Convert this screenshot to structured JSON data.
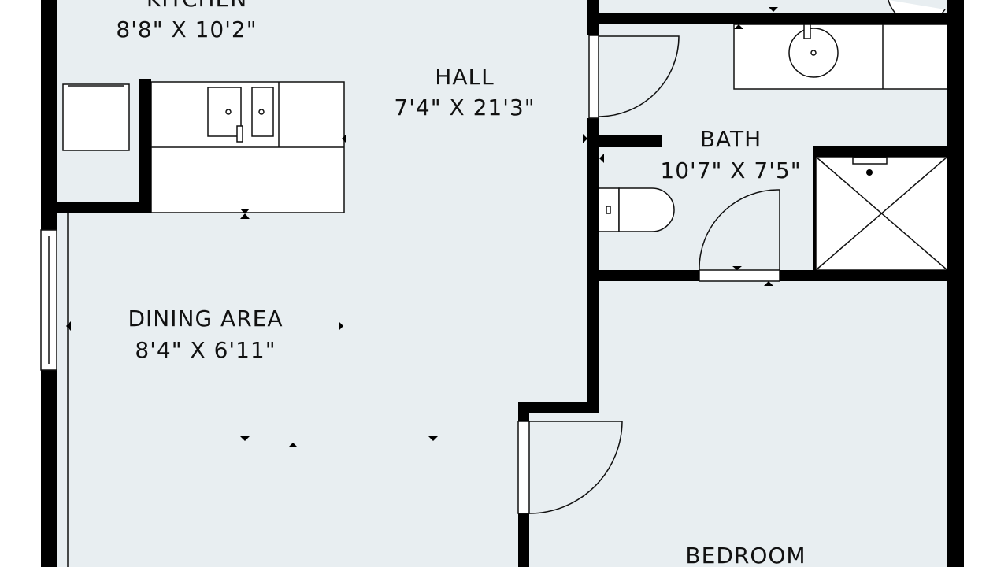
{
  "plan": {
    "colors": {
      "floor": "#e8eef1",
      "wall": "#000000",
      "fixture": "#ffffff"
    },
    "rooms": {
      "kitchen": {
        "name": "KITCHEN",
        "size": "8'8\" X 10'2\""
      },
      "hall": {
        "name": "HALL",
        "size": "7'4\" X 21'3\""
      },
      "bath": {
        "name": "BATH",
        "size": "10'7\" X 7'5\""
      },
      "dining": {
        "name": "DINING AREA",
        "size": "8'4\" X 6'11\""
      },
      "bedroom": {
        "name": "BEDROOM"
      }
    }
  }
}
